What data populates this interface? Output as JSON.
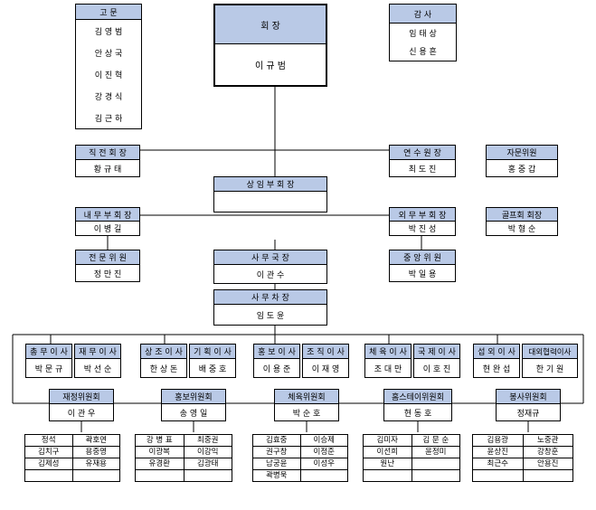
{
  "advisors": {
    "title": "고 문",
    "members": [
      "김 영 범",
      "안 상 국",
      "이 진 혁",
      "강 경 식",
      "김 근 하"
    ]
  },
  "president": {
    "title": "회 장",
    "name": "이 규 범"
  },
  "auditors": {
    "title": "감 사",
    "members": [
      "임 태 상",
      "신 용 흔"
    ]
  },
  "former_president": {
    "title": "직 전 회 장",
    "name": "황 규 태"
  },
  "training_director": {
    "title": "연 수 원 장",
    "name": "최 도 진"
  },
  "advisory": {
    "title": "자문위원",
    "name": "홍 중 갑"
  },
  "standing_vp": {
    "title": "상 임 부 회 장",
    "name": ""
  },
  "internal_vp": {
    "title": "내 무 부 회 장",
    "name": "이 병 길"
  },
  "external_vp": {
    "title": "외 무 부 회 장",
    "name": "박 진 성"
  },
  "golf_president": {
    "title": "골프회 회장",
    "name": "박 형 순"
  },
  "expert_committee": {
    "title": "전 문 위 원",
    "name": "정 만 진"
  },
  "secretary_general": {
    "title": "사 무 국 장",
    "name": "이 관 수"
  },
  "central_committee": {
    "title": "중 앙 위 원",
    "name": "박 일 용"
  },
  "deputy_secretary": {
    "title": "사 무 차 장",
    "name": "임 도 윤"
  },
  "directors": [
    {
      "title": "총 무 이 사",
      "name": "박 문 규"
    },
    {
      "title": "재 무 이 사",
      "name": "박 선 순"
    },
    {
      "title": "상 조 이 사",
      "name": "한 상 돈"
    },
    {
      "title": "기 획 이 사",
      "name": "배 중 호"
    },
    {
      "title": "홍 보 이 사",
      "name": "이 용 준"
    },
    {
      "title": "조 직 이 사",
      "name": "이 재 영"
    },
    {
      "title": "체 육 이 사",
      "name": "조 대 만"
    },
    {
      "title": "국 제 이 사",
      "name": "이 호 진"
    },
    {
      "title": "섭 외 이 사",
      "name": "현 완 섭"
    },
    {
      "title": "대외협력이사",
      "name": "한 기 원"
    }
  ],
  "committees": [
    {
      "title": "재정위원회",
      "chair": "이 관 우",
      "rows": [
        [
          "정석",
          "곽호연"
        ],
        [
          "김치구",
          "용중영"
        ],
        [
          "김제성",
          "유재용"
        ],
        [
          "",
          ""
        ]
      ]
    },
    {
      "title": "홍보위원회",
      "chair": "송 영 일",
      "rows": [
        [
          "강 병 표",
          "최중권"
        ],
        [
          "이광복",
          "이강익"
        ],
        [
          "유경환",
          "김광태"
        ],
        [
          "",
          ""
        ]
      ]
    },
    {
      "title": "체육위원회",
      "chair": "박 순 호",
      "rows": [
        [
          "김효중",
          "이승제"
        ],
        [
          "권구창",
          "이정준"
        ],
        [
          "남궁윤",
          "이성우"
        ],
        [
          "곽병욱",
          ""
        ]
      ]
    },
    {
      "title": "홈스테이위원회",
      "chair": "현 동 호",
      "rows": [
        [
          "김미자",
          "김 문 순"
        ],
        [
          "이선희",
          "윤정미"
        ],
        [
          "원난",
          ""
        ],
        [
          "",
          ""
        ]
      ]
    },
    {
      "title": "봉사위원회",
      "chair": "정재규",
      "rows": [
        [
          "김용광",
          "노중관"
        ],
        [
          "윤상진",
          "강창훈"
        ],
        [
          "최근수",
          "안용진"
        ],
        [
          "",
          ""
        ]
      ]
    }
  ]
}
